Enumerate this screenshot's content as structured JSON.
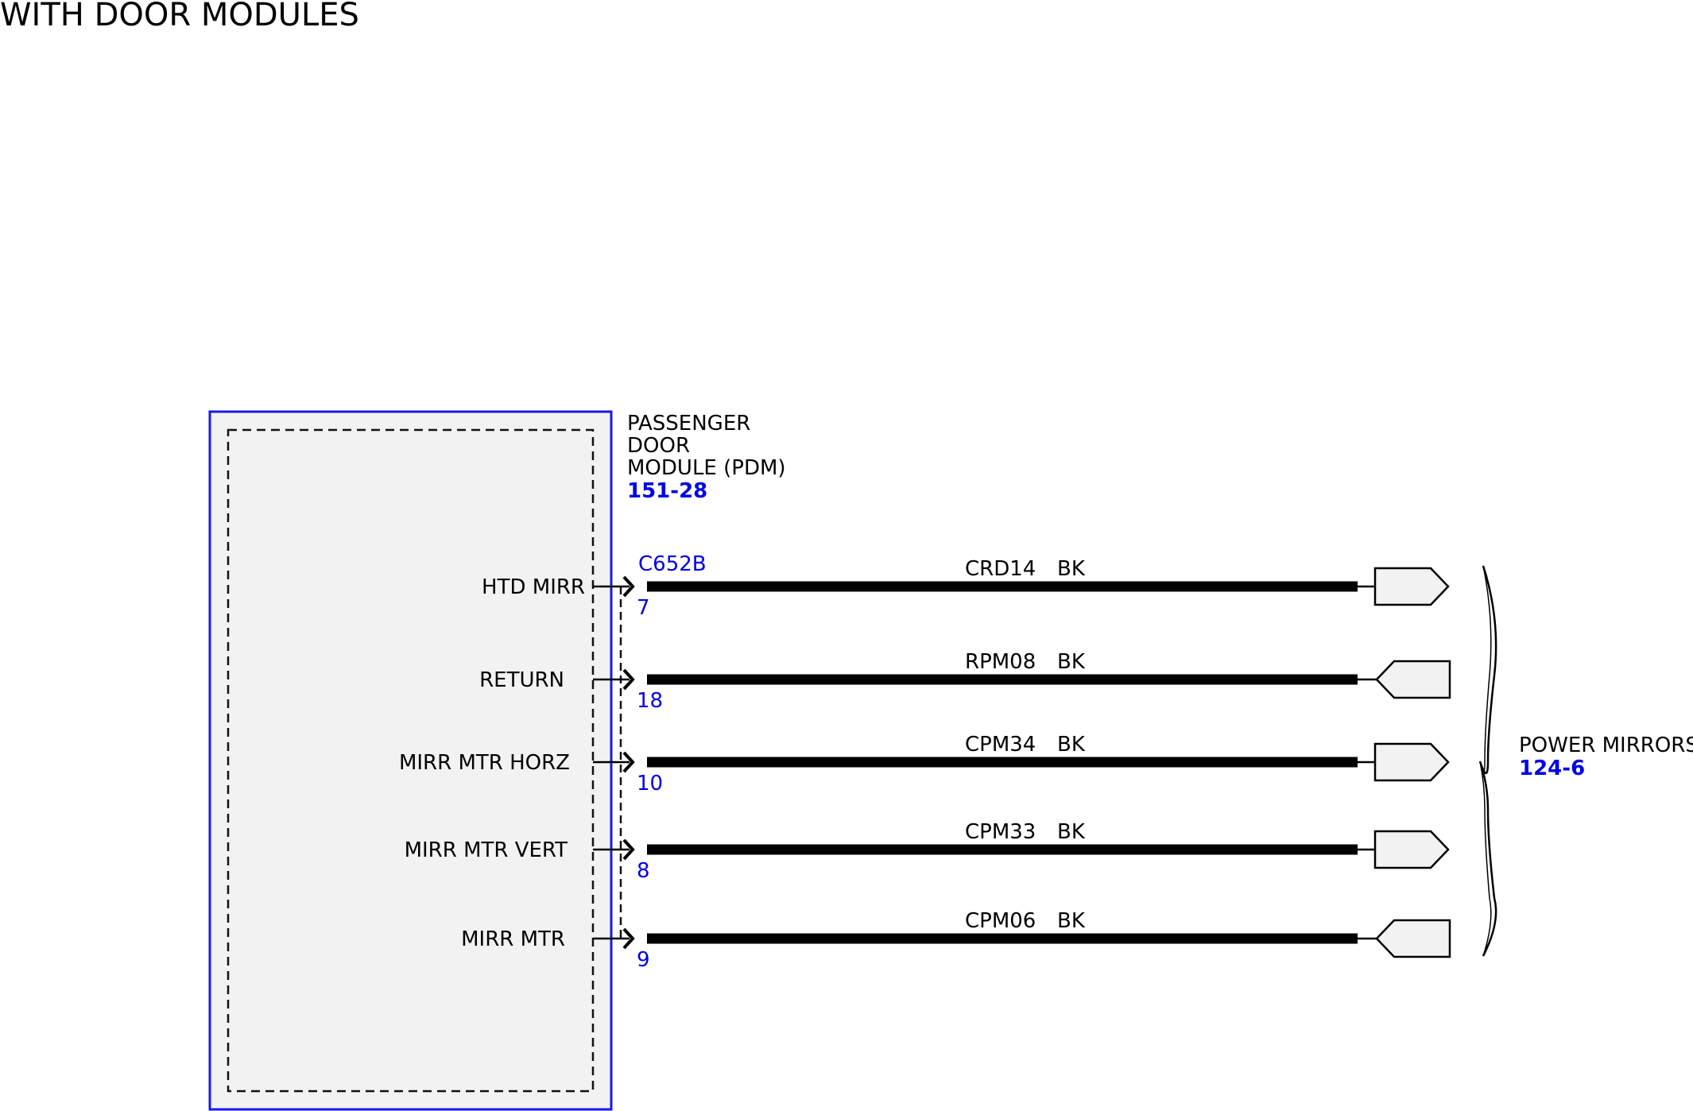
{
  "title": "WITH DOOR MODULES",
  "colors": {
    "module_border": "#1a1ae6",
    "module_fill": "#f2f2f2",
    "reference_text": "#0000e6",
    "wire": "#000000",
    "connector_fill": "#f2f2f2"
  },
  "module": {
    "name_lines": [
      "PASSENGER",
      "DOOR",
      "MODULE (PDM)"
    ],
    "page_ref": "151-28",
    "connector": "C652B"
  },
  "circuits": [
    {
      "signal": "HTD MIRR",
      "pin": "7",
      "wire": "CRD14",
      "color": "BK",
      "direction": "out"
    },
    {
      "signal": "RETURN",
      "pin": "18",
      "wire": "RPM08",
      "color": "BK",
      "direction": "in"
    },
    {
      "signal": "MIRR MTR HORZ",
      "pin": "10",
      "wire": "CPM34",
      "color": "BK",
      "direction": "out"
    },
    {
      "signal": "MIRR MTR VERT",
      "pin": "8",
      "wire": "CPM33",
      "color": "BK",
      "direction": "out"
    },
    {
      "signal": "MIRR MTR",
      "pin": "9",
      "wire": "CPM06",
      "color": "BK",
      "direction": "in"
    }
  ],
  "destination": {
    "name": "POWER MIRRORS",
    "page_ref": "124-6"
  }
}
